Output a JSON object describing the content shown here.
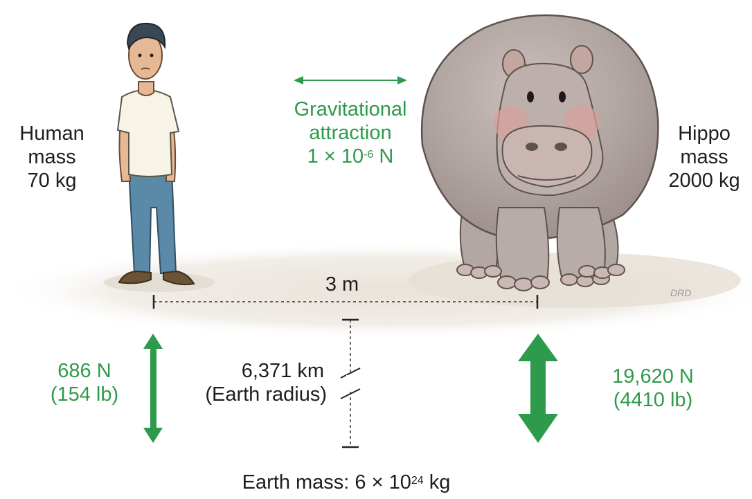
{
  "human": {
    "line1": "Human",
    "line2": "mass",
    "line3": "70 kg"
  },
  "hippo": {
    "line1": "Hippo",
    "line2": "mass",
    "line3": "2000 kg"
  },
  "gravitation": {
    "line1": "Gravitational",
    "line2": "attraction",
    "value_prefix": "1 × 10",
    "value_exp": "-6",
    "value_unit": " N"
  },
  "distance": {
    "label": "3 m"
  },
  "human_weight": {
    "newtons": "686 N",
    "pounds": "(154 lb)"
  },
  "hippo_weight": {
    "newtons": "19,620 N",
    "pounds": "(4410 lb)"
  },
  "earth_radius": {
    "value": "6,371 km",
    "caption": "(Earth radius)"
  },
  "earth_mass": {
    "prefix": "Earth mass: 6 × 10",
    "exp": "24",
    "unit": " kg"
  },
  "signature": "DRD",
  "colors": {
    "green": "#2e9a4c",
    "ground": "#ece7df",
    "shirt": "#f7f3e6",
    "jeans": "#5a8aa8",
    "hippo": "#b6aaa6",
    "hippo_pink": "#d9a09a"
  }
}
